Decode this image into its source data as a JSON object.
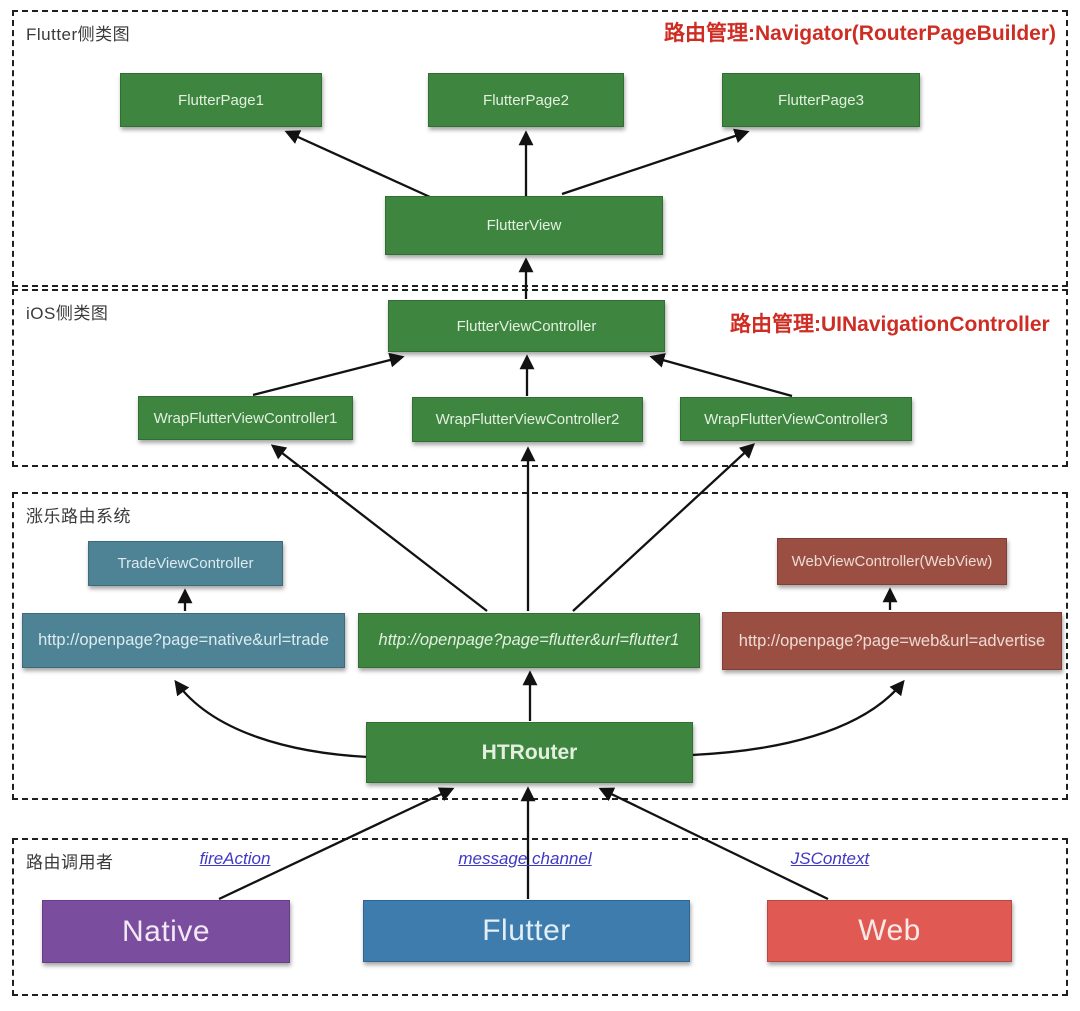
{
  "sections": {
    "flutter_side": {
      "label": "Flutter侧类图",
      "router_note": "路由管理:Navigator(RouterPageBuilder)"
    },
    "ios_side": {
      "label": "iOS侧类图",
      "router_note": "路由管理:UINavigationController"
    },
    "zhangle_router": {
      "label": "涨乐路由系统"
    },
    "router_callers": {
      "label": "路由调用者"
    }
  },
  "nodes": {
    "flutter_page1": "FlutterPage1",
    "flutter_page2": "FlutterPage2",
    "flutter_page3": "FlutterPage3",
    "flutter_view": "FlutterView",
    "flutter_view_controller": "FlutterViewController",
    "wrap_fvc1": "WrapFlutterViewController1",
    "wrap_fvc2": "WrapFlutterViewController2",
    "wrap_fvc3": "WrapFlutterViewController3",
    "trade_view_controller": "TradeViewController",
    "web_view_controller": "WebViewController(WebView)",
    "url_native": "http://openpage?page=native&url=trade",
    "url_flutter": "http://openpage?page=flutter&url=flutter1",
    "url_web": "http://openpage?page=web&url=advertise",
    "ht_router": "HTRouter",
    "caller_native": "Native",
    "caller_flutter": "Flutter",
    "caller_web": "Web"
  },
  "call_labels": {
    "fire_action": "fireAction",
    "message_channel": "message channel",
    "js_context": "JSContext"
  },
  "colors": {
    "note_red": "#ce2d24",
    "link_blue": "#3f39c4",
    "node_green": "#3e8540",
    "node_teal": "#4d8394",
    "node_brown": "#9b4f42",
    "node_purple": "#7a4d9e",
    "node_blue": "#3d7cad",
    "node_red": "#e05a53",
    "arrow_black": "#121212"
  }
}
